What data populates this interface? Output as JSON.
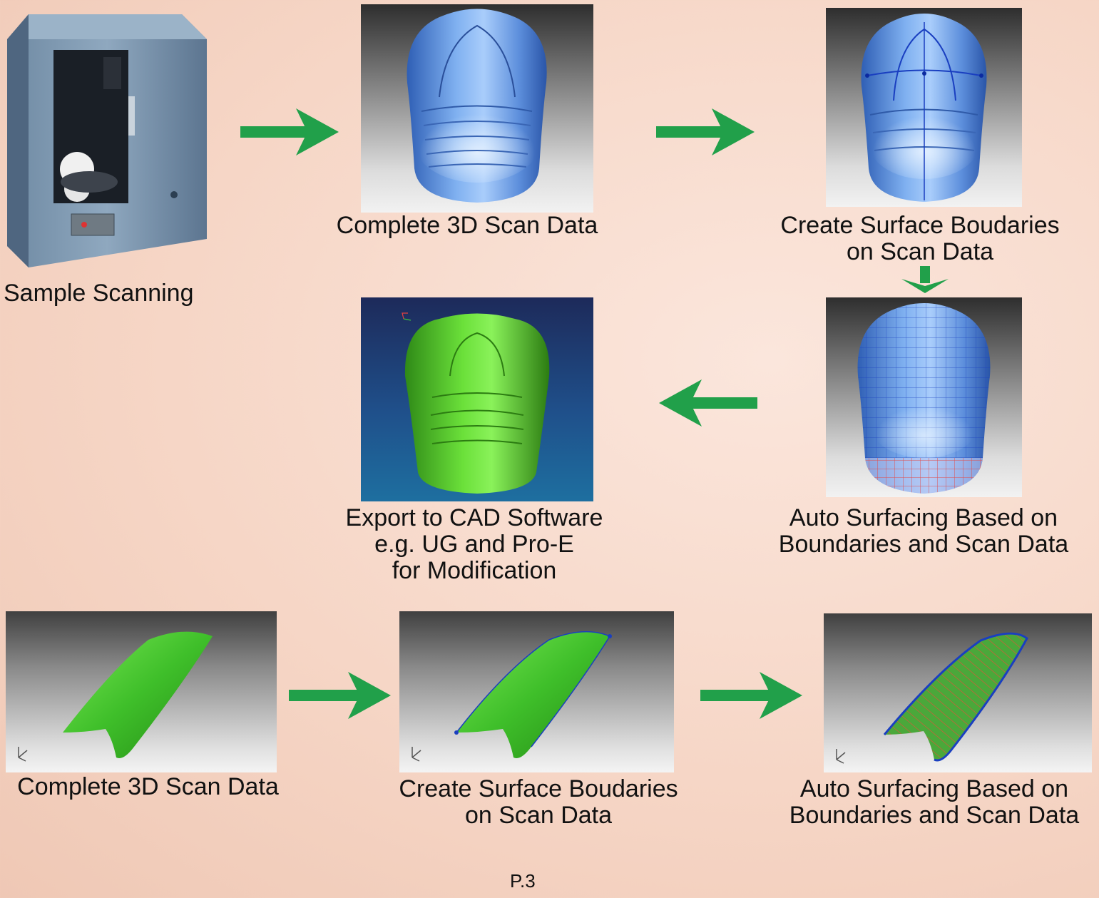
{
  "steps": {
    "sample_scanning": {
      "lines": [
        "Sample Scanning"
      ]
    },
    "scan_data_top": {
      "lines": [
        "Complete 3D Scan Data"
      ]
    },
    "boundaries_top": {
      "lines": [
        "Create Surface Boudaries",
        "on Scan Data"
      ]
    },
    "auto_surfacing_top": {
      "lines": [
        "Auto Surfacing Based on",
        "Boundaries and Scan Data"
      ]
    },
    "export_cad": {
      "lines": [
        "Export to CAD Software",
        "e.g. UG and Pro-E",
        "for Modification"
      ]
    },
    "scan_data_bottom": {
      "lines": [
        "Complete 3D Scan Data"
      ]
    },
    "boundaries_bottom": {
      "lines": [
        "Create Surface Boudaries",
        "on Scan Data"
      ]
    },
    "auto_surfacing_bottom": {
      "lines": [
        "Auto Surfacing Based on",
        "Boundaries and Scan Data"
      ]
    }
  },
  "page_number": "P.3",
  "colors": {
    "arrow": "#21a04a",
    "scan_blue": "#5f93dd",
    "cad_green": "#4ec12c",
    "mesh_blue": "#2c5fe0",
    "mesh_red": "#d23a3a"
  }
}
